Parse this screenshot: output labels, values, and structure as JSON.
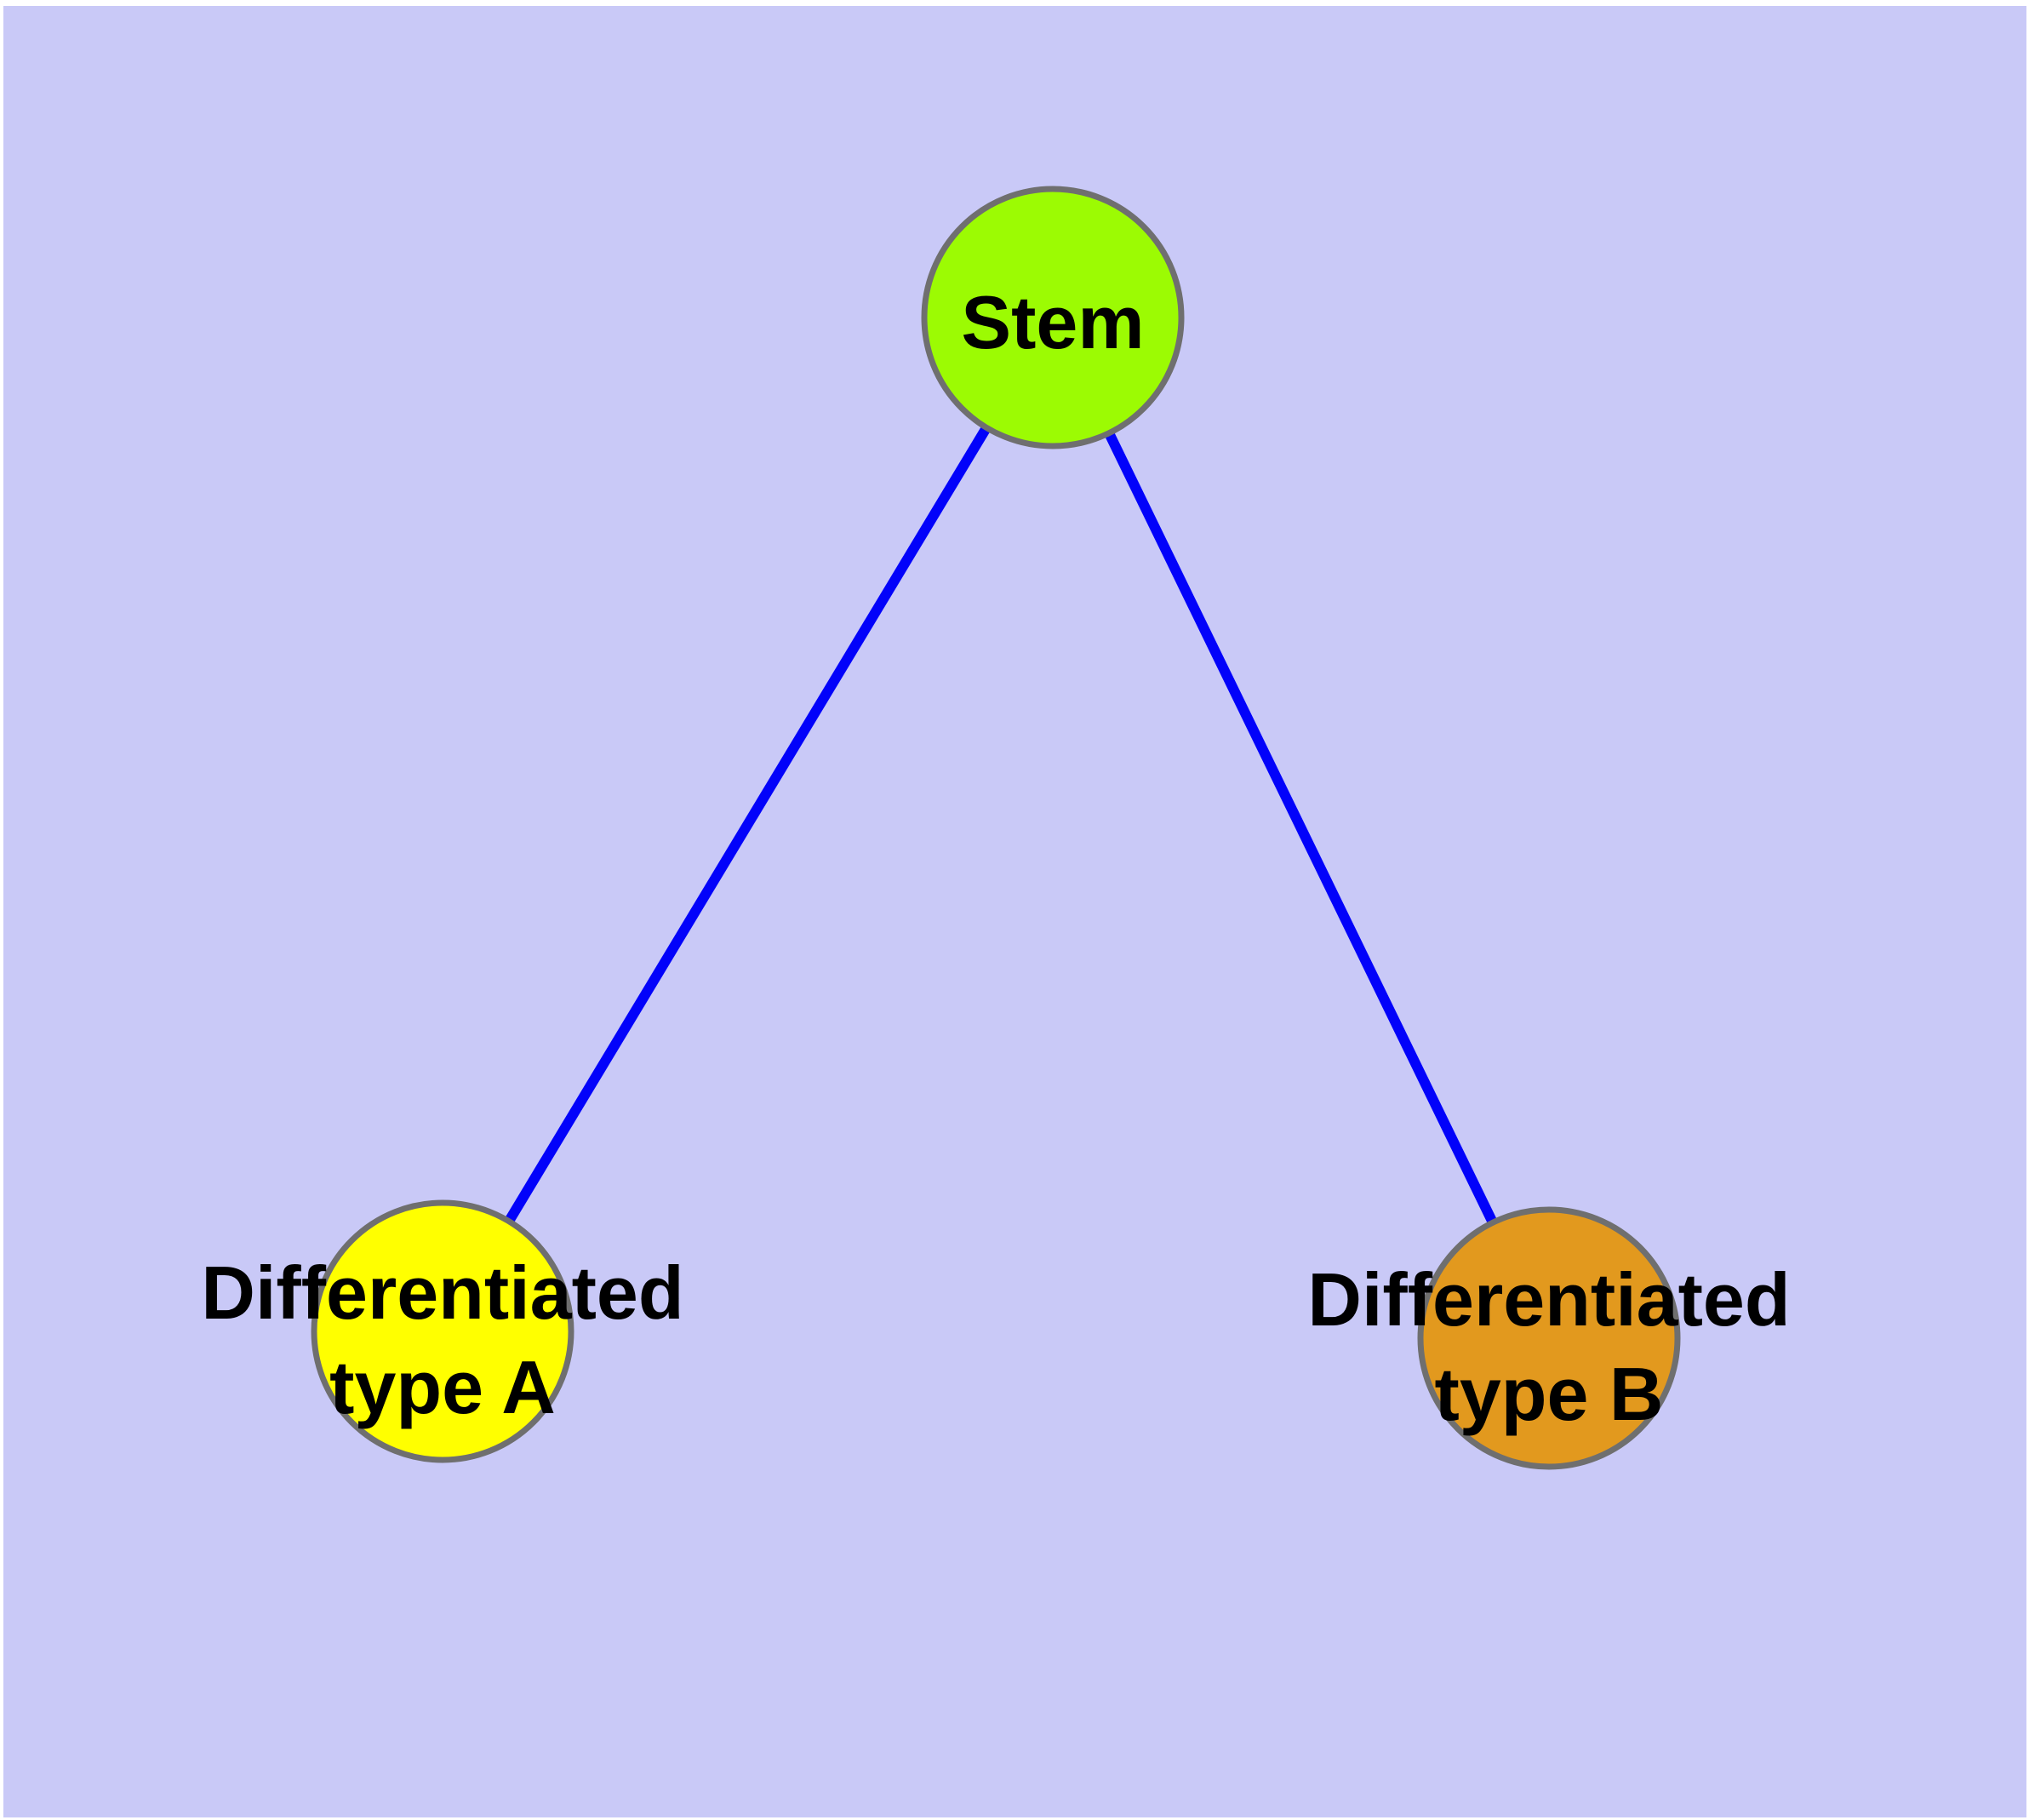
{
  "figure": {
    "panel_color": "#c9c9f7",
    "edge_color": "#0202fa",
    "node_border_color": "#6f6f6f",
    "label_color": "#000000"
  },
  "nodes": [
    {
      "id": "stem",
      "label": "Stem",
      "color": "#9cfb03"
    },
    {
      "id": "differentiated-type-a",
      "label": "Differentiated type A",
      "label_line1": "Differentiated",
      "label_line2": "type A",
      "color": "#ffff00"
    },
    {
      "id": "differentiated-type-b",
      "label": "Differentiated type B",
      "label_line1": "Differentiated",
      "label_line2": "type B",
      "color": "#e2991e"
    }
  ],
  "edges": [
    {
      "from": "Stem",
      "to": "Differentiated type A"
    },
    {
      "from": "Stem",
      "to": "Differentiated type B"
    }
  ]
}
